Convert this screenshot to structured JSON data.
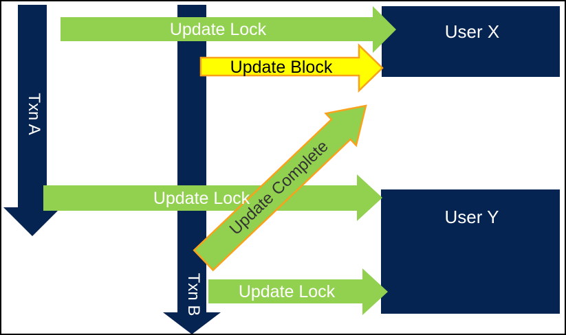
{
  "diagram": {
    "title_hint": "transaction update lock blocking diagram",
    "colors": {
      "navy": "#052452",
      "green": "#92D050",
      "yellow": "#FFFF00",
      "orange": "#F9A11B",
      "white": "#FFFFFF",
      "dark": "#333333",
      "black": "#000000",
      "background": "#FFFFFF",
      "frame": "#000000"
    },
    "lanes": [
      {
        "id": "txn-a",
        "label": "Txn A"
      },
      {
        "id": "txn-b",
        "label": "Txn B"
      }
    ],
    "actors": [
      {
        "id": "user-x",
        "label": "User X"
      },
      {
        "id": "user-y",
        "label": "User Y"
      }
    ],
    "arrows": [
      {
        "id": "update-lock-top",
        "label": "Update Lock",
        "style": "green",
        "from": "Txn A",
        "to": "User X"
      },
      {
        "id": "update-block",
        "label": "Update Block",
        "style": "yellow-outlined",
        "from": "Txn B",
        "to": "User X"
      },
      {
        "id": "update-lock-middle",
        "label": "Update Lock",
        "style": "green",
        "from": "Txn A",
        "to": "User Y"
      },
      {
        "id": "update-lock-bottom",
        "label": "Update Lock",
        "style": "green",
        "from": "Txn B",
        "to": "User Y"
      },
      {
        "id": "update-complete",
        "label": "Update Complete",
        "style": "green-outlined",
        "direction": "diagonal-up-right"
      }
    ]
  }
}
